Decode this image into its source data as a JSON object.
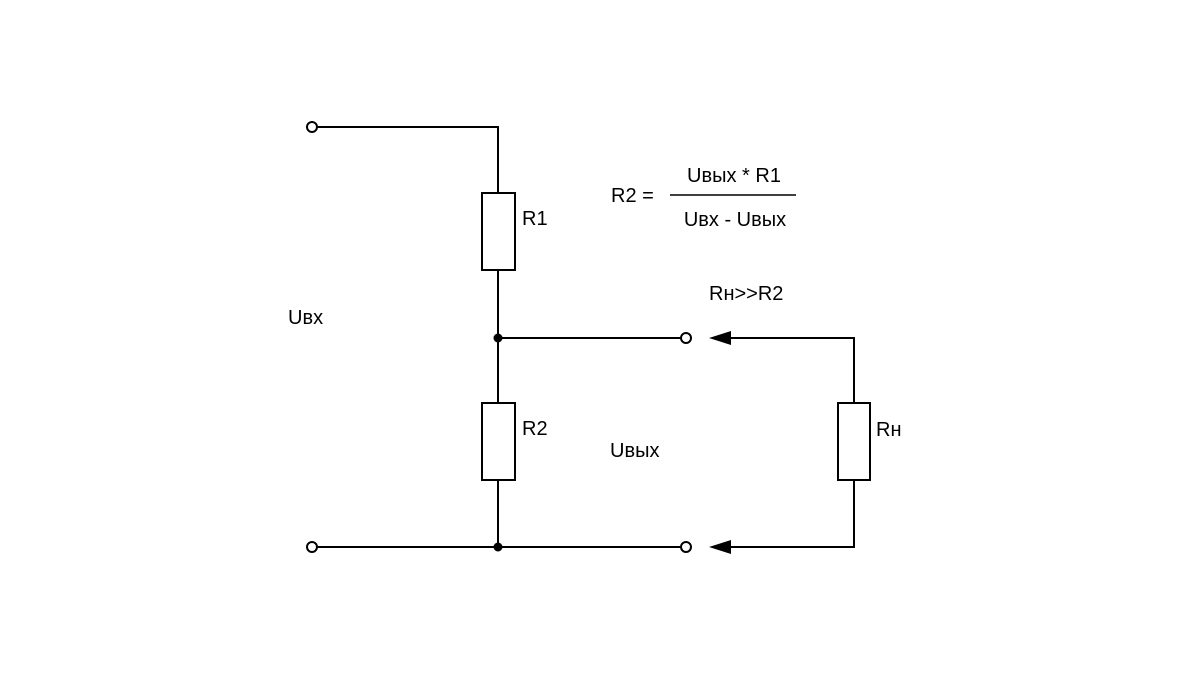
{
  "labels": {
    "u_in": "Uвх",
    "u_out": "Uвых",
    "r1": "R1",
    "r2": "R2",
    "r_load": "Rн",
    "load_condition": "Rн>>R2"
  },
  "formula": {
    "lhs": "R2 =",
    "numerator": "Uвых * R1",
    "denominator": "Uвх - Uвых"
  },
  "colors": {
    "stroke": "#000000",
    "background": "#ffffff"
  }
}
